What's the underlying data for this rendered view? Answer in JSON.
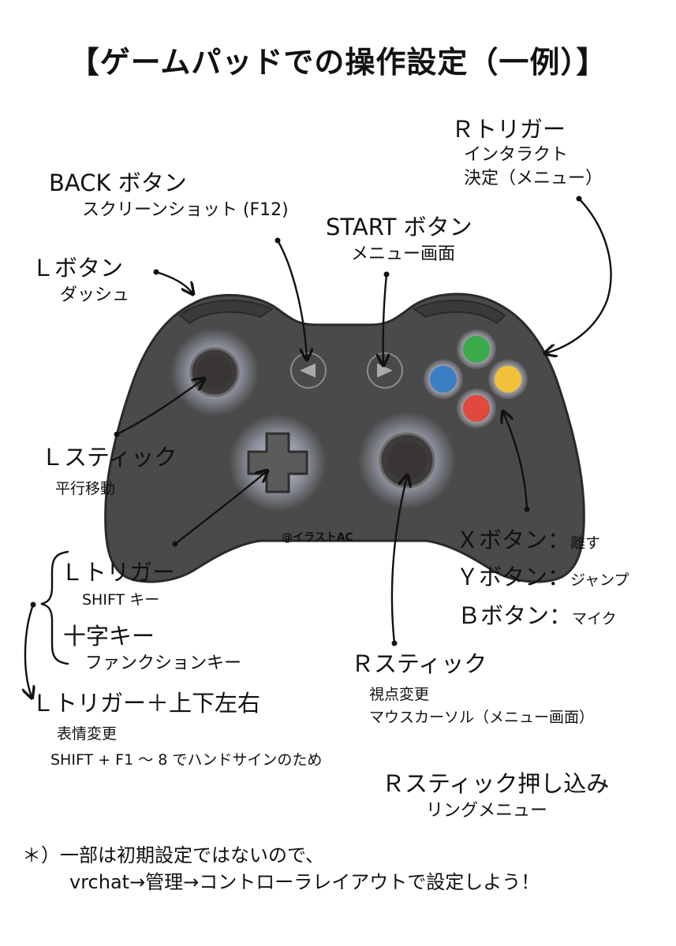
{
  "title": "【ゲームパッドでの操作設定（一例）】",
  "credit": "@イラストAC",
  "labels": {
    "r_trigger": {
      "name": "Ｒトリガー",
      "desc1": "インタラクト",
      "desc2": "決定（メニュー）"
    },
    "back_button": {
      "name": "BACK ボタン",
      "desc": "スクリーンショット (F12)"
    },
    "start_button": {
      "name": "START ボタン",
      "desc": "メニュー画面"
    },
    "l_button": {
      "name": "Ｌボタン",
      "desc": "ダッシュ"
    },
    "l_stick": {
      "name": "Ｌスティック",
      "desc": "平行移動"
    },
    "l_trigger": {
      "name": "Ｌトリガー",
      "desc": "SHIFT キー"
    },
    "dpad": {
      "name": "十字キー",
      "desc": "ファンクションキー"
    },
    "l_trigger_dpad": {
      "name": "Ｌトリガー＋上下左右",
      "desc1": "表情変更",
      "desc2": "SHIFT + F1 〜 8 でハンドサインのため"
    },
    "x_button": {
      "name": "Ｘボタン：",
      "desc": "離す"
    },
    "y_button": {
      "name": "Ｙボタン：",
      "desc": "ジャンプ"
    },
    "b_button": {
      "name": "Ｂボタン：",
      "desc": "マイク"
    },
    "r_stick": {
      "name": "Ｒスティック",
      "desc1": "視点変更",
      "desc2": "マウスカーソル（メニュー画面）"
    },
    "r_stick_press": {
      "name": "Ｒスティック押し込み",
      "desc": "リングメニュー"
    }
  },
  "footnote": {
    "line1": "＊）一部は初期設定ではないので、",
    "line2": "vrchat→管理→コントローラレイアウトで設定しよう！"
  },
  "colors": {
    "body": "#4a4a4a",
    "body_dark": "#3a3a3a",
    "btn_green": "#3aaa4a",
    "btn_blue": "#3a7fc4",
    "btn_yellow": "#f2c13a",
    "btn_red": "#e0493e"
  },
  "icons": [
    "back-arrow-icon",
    "start-arrow-icon"
  ]
}
